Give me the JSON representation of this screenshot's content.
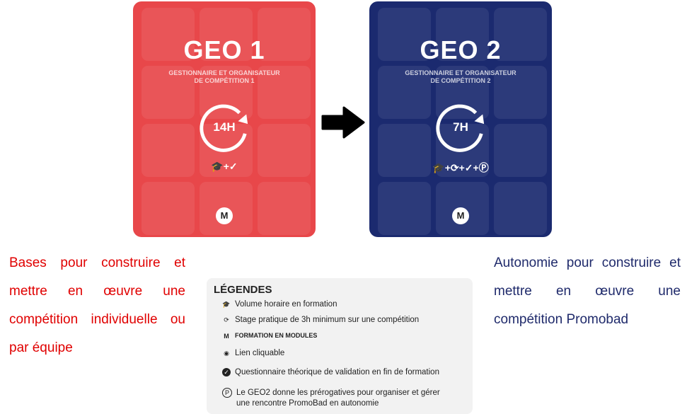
{
  "geo1": {
    "title": "GEO 1",
    "subtitle_line1": "GESTIONNAIRE ET ORGANISATEUR",
    "subtitle_line2": "DE COMPÉTITION 1",
    "hours": "14H",
    "icons": "🎓+✓",
    "badge": "M",
    "color": "#e8474a"
  },
  "geo2": {
    "title": "GEO 2",
    "subtitle_line1": "GESTIONNAIRE ET ORGANISATEUR",
    "subtitle_line2": "DE COMPÉTITION 2",
    "hours": "7H",
    "icons": "🎓+⟳+✓+Ⓟ",
    "badge": "M",
    "color": "#1b2a6f"
  },
  "left_text": "Bases pour construire et mettre en œuvre une compétition individuelle ou par équipe",
  "right_text": "Autonomie pour construire et mettre en œuvre une compétition Promobad",
  "legend": {
    "title": "LÉGENDES",
    "items": [
      {
        "icon": "graduation-cap",
        "label": "Volume horaire en formation"
      },
      {
        "icon": "practice-cycle",
        "label": "Stage pratique de 3h minimum sur une compétition"
      },
      {
        "icon": "M",
        "label": "FORMATION EN MODULES"
      },
      {
        "icon": "eye",
        "label": "Lien cliquable"
      },
      {
        "icon": "check-circle",
        "label": "Questionnaire théorique de validation en fin de formation"
      },
      {
        "icon": "P-circle",
        "label": "Le GEO2 donne les prérogatives pour organiser et gérer une rencontre PromoBad en autonomie"
      }
    ]
  }
}
